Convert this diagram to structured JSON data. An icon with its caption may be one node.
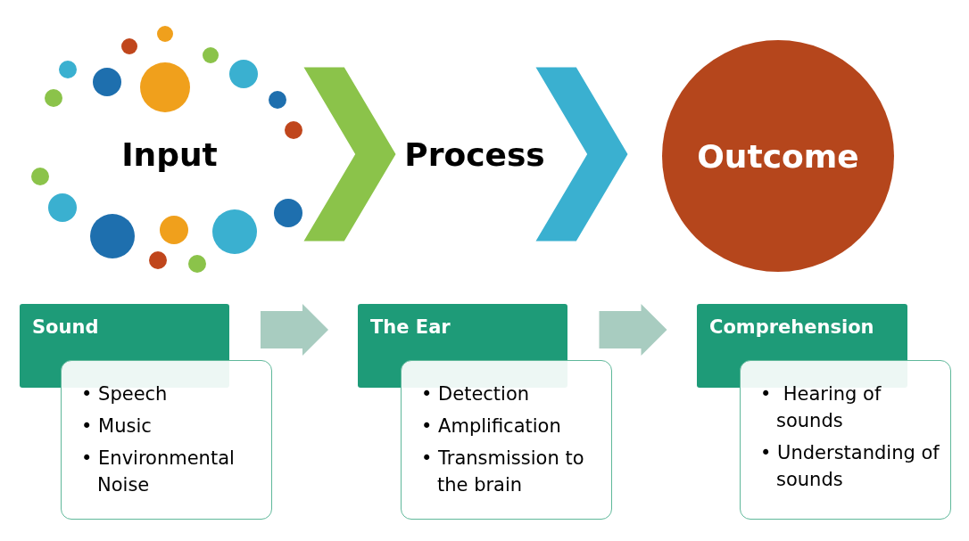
{
  "diagram": {
    "nodes": [
      {
        "text": [
          "Input"
        ]
      },
      {
        "text": [
          "Process"
        ]
      },
      {
        "text": [
          "Outcome"
        ]
      },
      {
        "text": [
          "Sound"
        ]
      },
      {
        "text": [
          "• Speech",
          "• Music",
          "• Environmental Noise"
        ]
      },
      {
        "text": [
          "The Ear"
        ]
      },
      {
        "text": [
          "• Detection",
          "• Amplification",
          "• Transmission to the brain"
        ]
      },
      {
        "text": [
          "Comprehension"
        ]
      },
      {
        "text": [
          "•  Hearing of sounds",
          "• Understanding of sounds"
        ]
      }
    ],
    "edges": [
      {
        "from": 0,
        "to": 1,
        "arrow": "to",
        "style": "thick",
        "color": "#8bc34a"
      },
      {
        "from": 1,
        "to": 2,
        "arrow": "to",
        "style": "thick",
        "color": "#3ab0d0"
      },
      {
        "from": 3,
        "to": 5,
        "arrow": "to",
        "style": "thick",
        "color": "#a8ccc0"
      },
      {
        "from": 5,
        "to": 7,
        "arrow": "to",
        "style": "thick",
        "color": "#a8ccc0"
      }
    ]
  }
}
